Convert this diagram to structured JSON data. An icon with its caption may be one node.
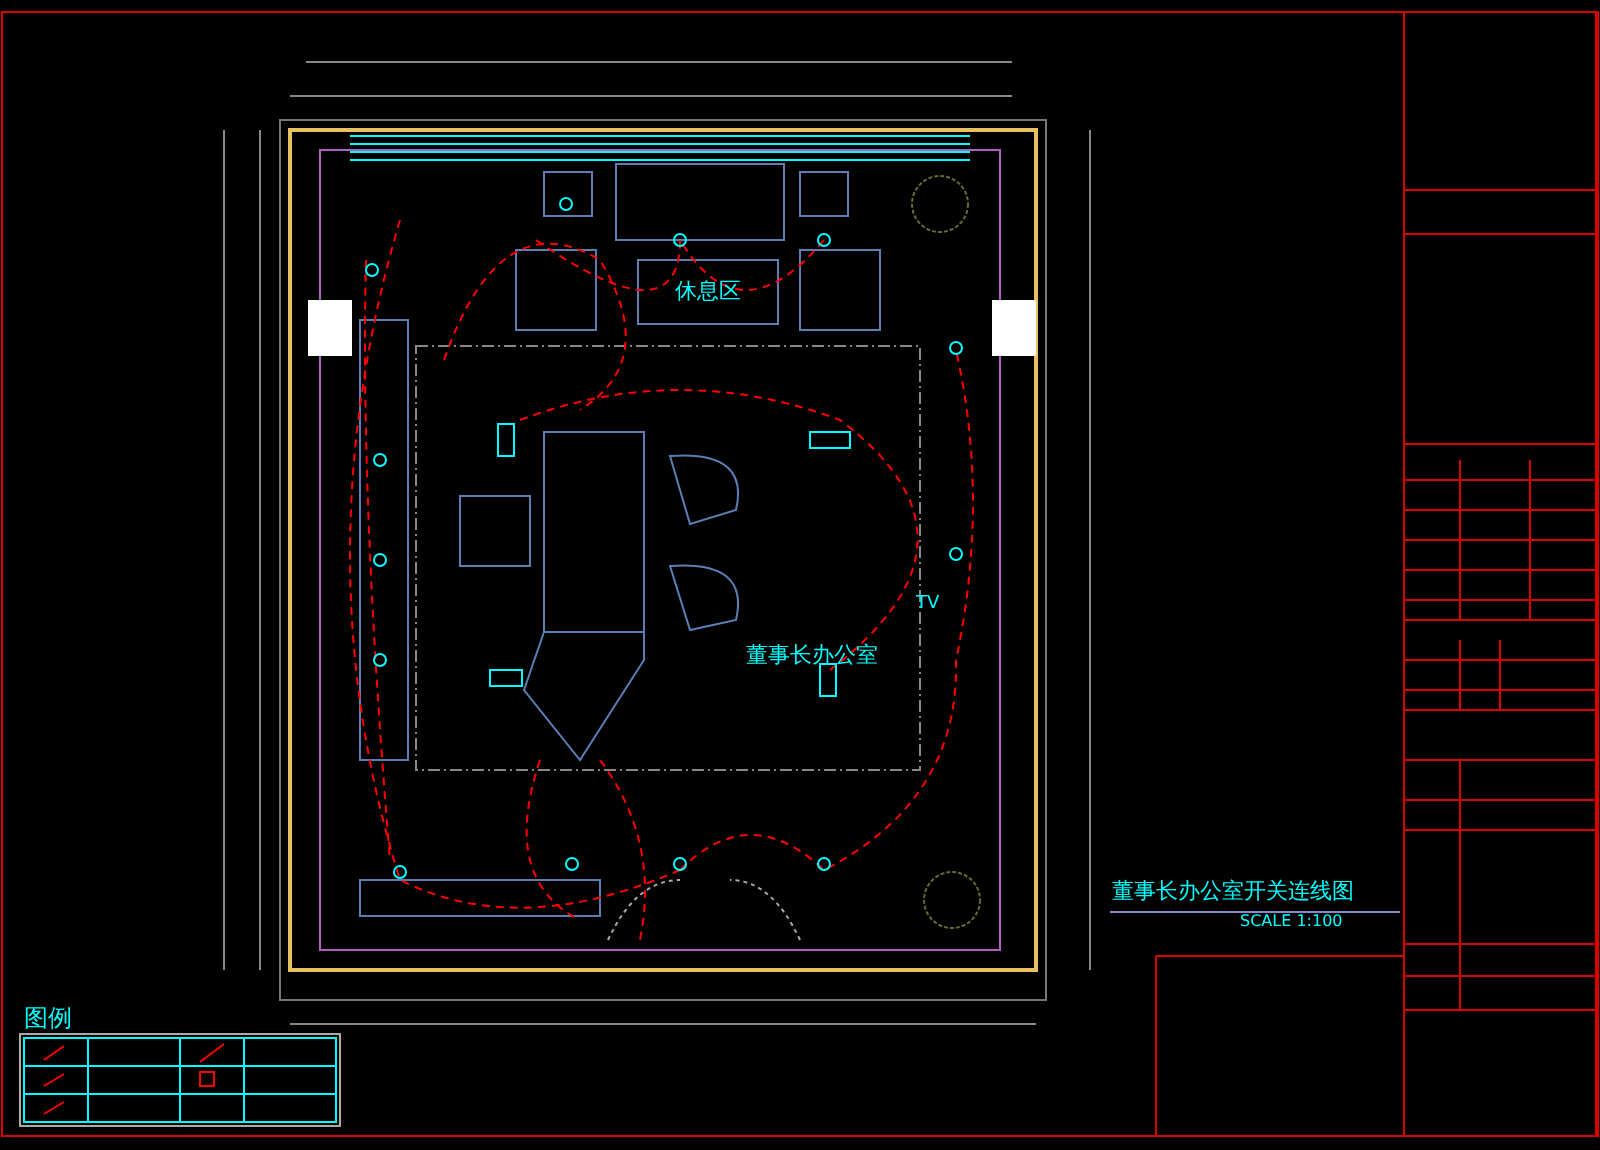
{
  "diagram": {
    "title": "董事长办公室开关连线图",
    "nodes": [
      {
        "text": [
          "休息区"
        ]
      }
    ],
    "labels": [
      "TV",
      "董事长办公室",
      "SCALE 1:100",
      "图例"
    ]
  }
}
